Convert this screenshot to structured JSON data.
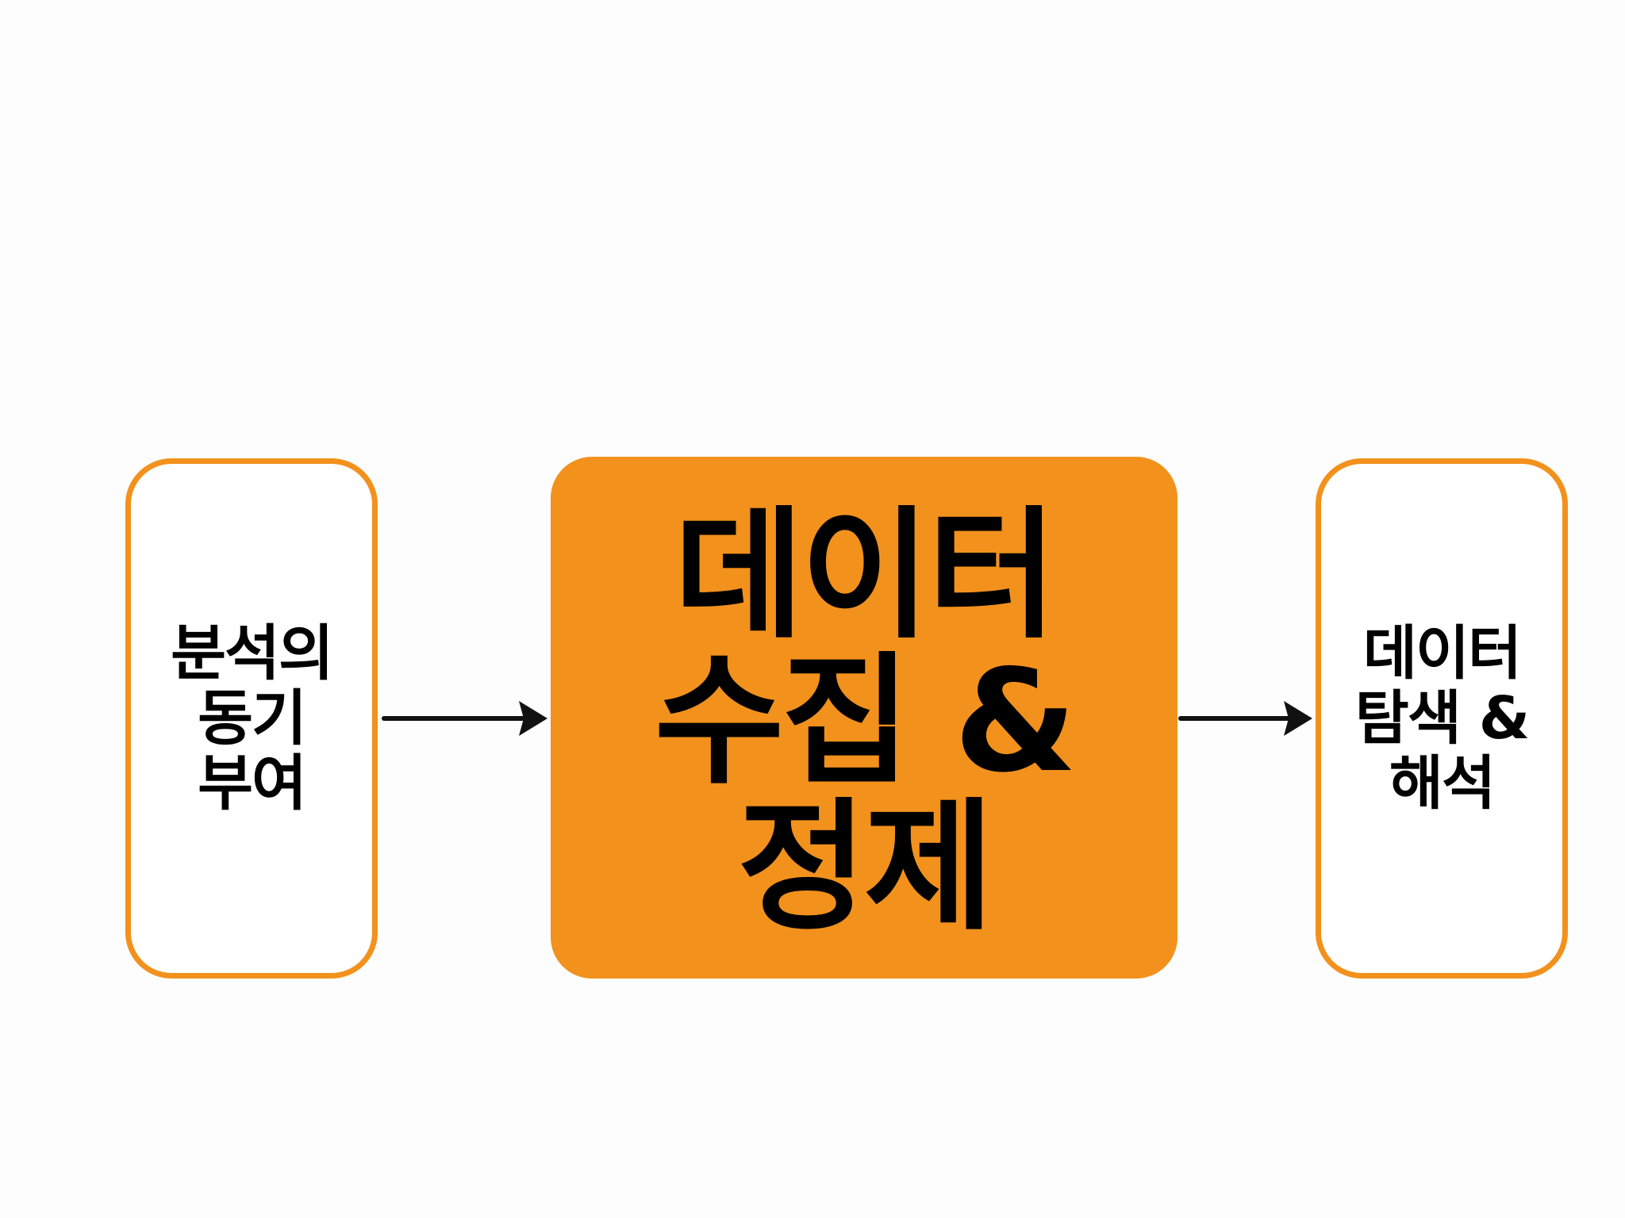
{
  "diagram": {
    "type": "flow",
    "boxes": [
      {
        "id": "step-motivation",
        "label": "분석의\n동기\n부여",
        "style": "outline"
      },
      {
        "id": "step-collection",
        "label": "데이터\n수집 &\n정제",
        "style": "filled"
      },
      {
        "id": "step-exploration",
        "label": "데이터\n탐색 &\n해석",
        "style": "outline"
      }
    ],
    "arrows": [
      {
        "from": "step-motivation",
        "to": "step-collection"
      },
      {
        "from": "step-collection",
        "to": "step-exploration"
      }
    ],
    "colors": {
      "accent": "#f2911c",
      "background": "#fdfdfd",
      "text": "#000000",
      "arrow": "#111111"
    }
  }
}
